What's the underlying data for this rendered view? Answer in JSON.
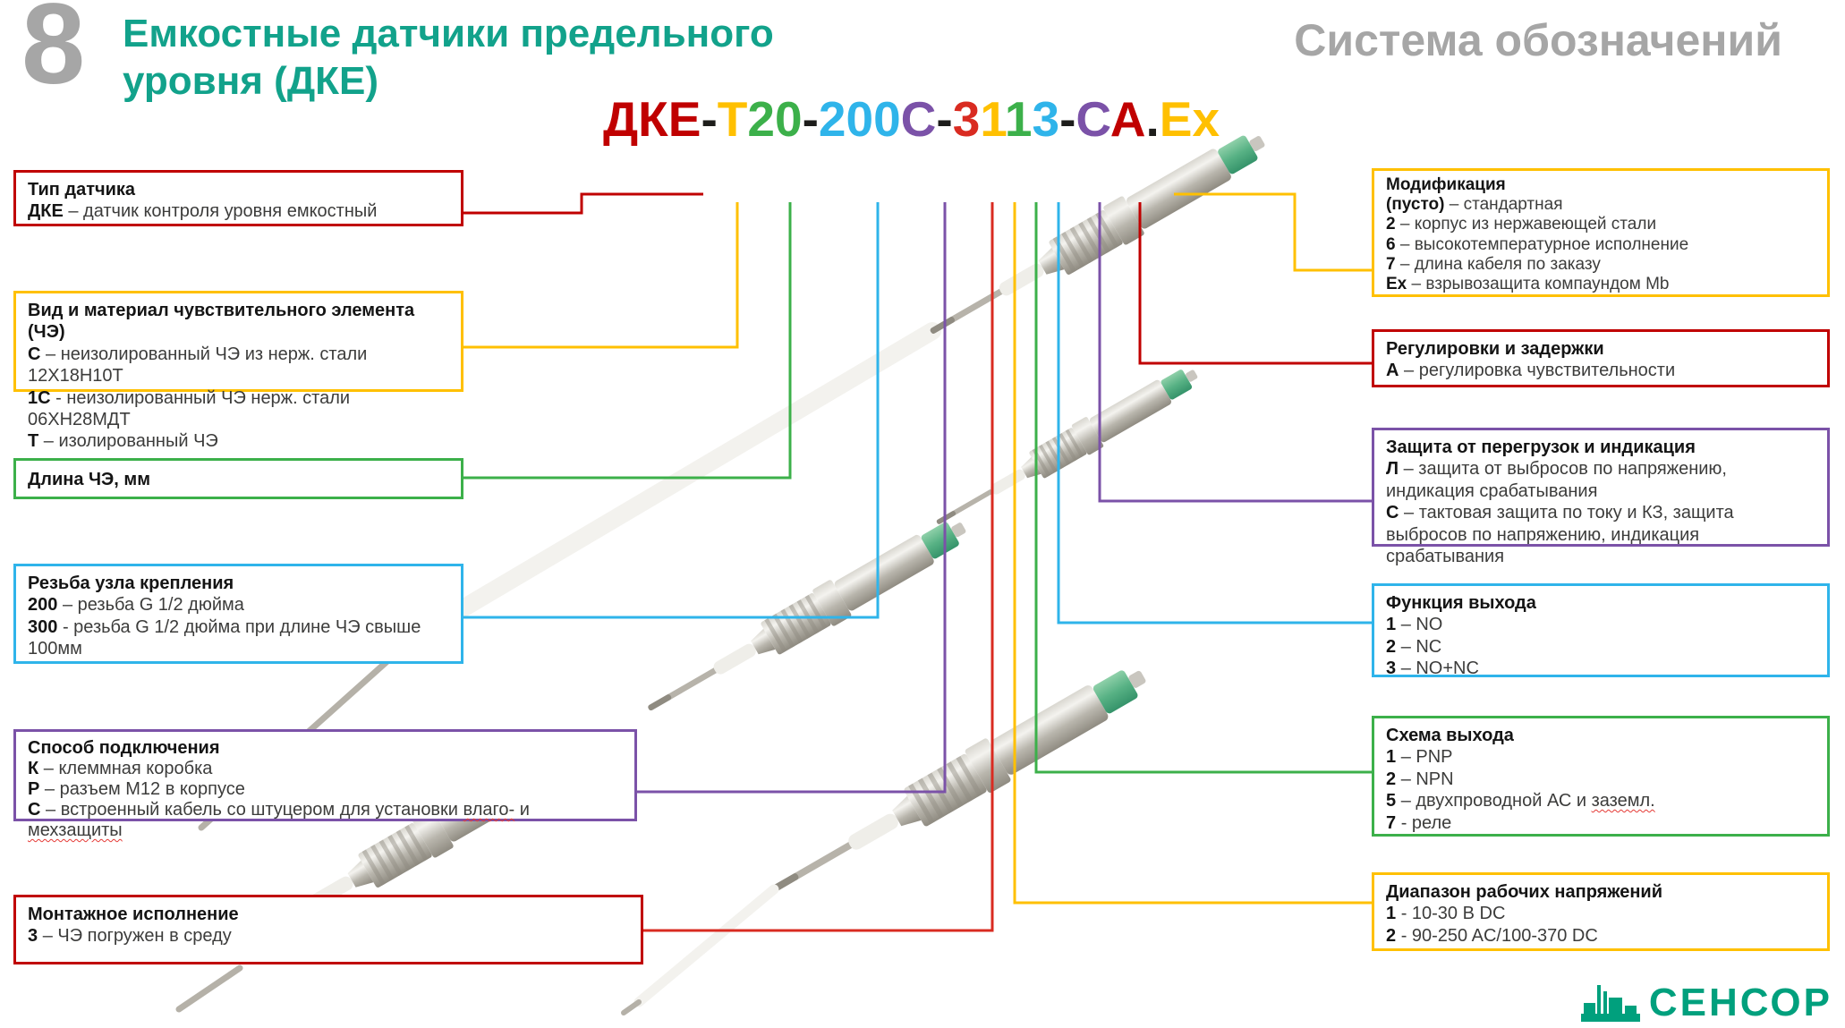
{
  "palette": {
    "darkred": "#c00000",
    "red": "#d92b21",
    "yellow": "#ffc000",
    "green": "#3cb04a",
    "blue": "#2fb4ea",
    "purple": "#7b52a8",
    "dark": "#1d1d1b",
    "teal": "#12a28b",
    "gray": "#a6a6a6",
    "logo_teal": "#00a07d"
  },
  "header": {
    "section_number": "8",
    "title_line1": "Емкостные датчики предельного",
    "title_line2": "уровня (ДКЕ)",
    "right_title": "Система обозначений"
  },
  "code": {
    "full": "ДКЕ-Т20-200С-3113-СА.Ex",
    "segments": [
      {
        "text": "ДКЕ",
        "color": "darkred"
      },
      {
        "text": "-",
        "color": "dark"
      },
      {
        "text": "Т",
        "color": "yellow"
      },
      {
        "text": "20",
        "color": "green"
      },
      {
        "text": "-",
        "color": "dark"
      },
      {
        "text": "200",
        "color": "blue"
      },
      {
        "text": "С",
        "color": "purple"
      },
      {
        "text": "-",
        "color": "dark"
      },
      {
        "text": "3",
        "color": "red"
      },
      {
        "text": "1",
        "color": "yellow"
      },
      {
        "text": "1",
        "color": "green"
      },
      {
        "text": "3",
        "color": "blue"
      },
      {
        "text": "-",
        "color": "dark"
      },
      {
        "text": "С",
        "color": "purple"
      },
      {
        "text": "А",
        "color": "darkred"
      },
      {
        "text": ".",
        "color": "dark"
      },
      {
        "text": "Ex",
        "color": "yellow"
      }
    ]
  },
  "left_boxes": [
    {
      "title": "Тип датчика",
      "lines": [
        {
          "key": "ДКЕ",
          "text": "– датчик контроля уровня емкостный"
        }
      ]
    },
    {
      "title": "Вид и материал чувствительного элемента (ЧЭ)",
      "lines": [
        {
          "key": "С",
          "text": "– неизолированный ЧЭ из нерж. стали 12Х18Н10Т"
        },
        {
          "key": "1С",
          "text": "- неизолированный ЧЭ нерж. стали 06ХН28МДТ"
        },
        {
          "key": "Т",
          "text": "– изолированный ЧЭ"
        }
      ]
    },
    {
      "title": "Длина ЧЭ, мм",
      "lines": []
    },
    {
      "title": "Резьба узла крепления",
      "lines": [
        {
          "key": "200",
          "text": "– резьба G 1/2 дюйма"
        },
        {
          "key": "300",
          "text": "- резьба G 1/2 дюйма при длине ЧЭ свыше 100мм"
        }
      ]
    },
    {
      "title": "Способ подключения",
      "lines": [
        {
          "key": "К",
          "text": "– клеммная коробка"
        },
        {
          "key": "Р",
          "text": "– разъем М12 в корпусе"
        },
        {
          "key": "С",
          "t1": "– встроенный кабель со штуцером для установки",
          "w1": "влаго-",
          "t2": "и",
          "w2": "мехзащиты"
        }
      ]
    },
    {
      "title": "Монтажное исполнение",
      "lines": [
        {
          "key": "3",
          "text": "– ЧЭ погружен в среду"
        }
      ]
    }
  ],
  "right_boxes": [
    {
      "title": "Модификация",
      "lines": [
        {
          "key": "(пусто)",
          "text": "– стандартная"
        },
        {
          "key": "2",
          "text": "– корпус из нержавеющей стали"
        },
        {
          "key": "6",
          "text": "– высокотемпературное исполнение"
        },
        {
          "key": "7",
          "text": "– длина кабеля по заказу"
        },
        {
          "key": "Ex",
          "text": "– взрывозащита компаундом Mb"
        }
      ]
    },
    {
      "title": "Регулировки и задержки",
      "lines": [
        {
          "key": "А",
          "text": "– регулировка чувствительности"
        }
      ]
    },
    {
      "title": "Защита от перегрузок и индикация",
      "lines": [
        {
          "key": "Л",
          "text": "– защита от выбросов по напряжению, индикация срабатывания"
        },
        {
          "key": "С",
          "text": "– тактовая защита по току и КЗ, защита выбросов по напряжению, индикация срабатывания"
        }
      ]
    },
    {
      "title": "Функция выхода",
      "lines": [
        {
          "key": "1",
          "text": "– NO"
        },
        {
          "key": "2",
          "text": "– NC"
        },
        {
          "key": "3",
          "text": "– NO+NC"
        }
      ]
    },
    {
      "title": "Схема выхода",
      "lines": [
        {
          "key": "1",
          "text": "– PNP"
        },
        {
          "key": "2",
          "text": "– NPN"
        },
        {
          "key": "5",
          "t1": "– двухпроводной АС и",
          "w1": "заземл."
        },
        {
          "key": "7",
          "text": "- реле"
        }
      ]
    },
    {
      "title": "Диапазон рабочих напряжений",
      "lines": [
        {
          "key": "1",
          "text": "- 10-30 В DC"
        },
        {
          "key": "2",
          "text": "- 90-250 AC/100-370 DC"
        }
      ]
    }
  ],
  "logo": {
    "text": "СЕНСОР"
  }
}
